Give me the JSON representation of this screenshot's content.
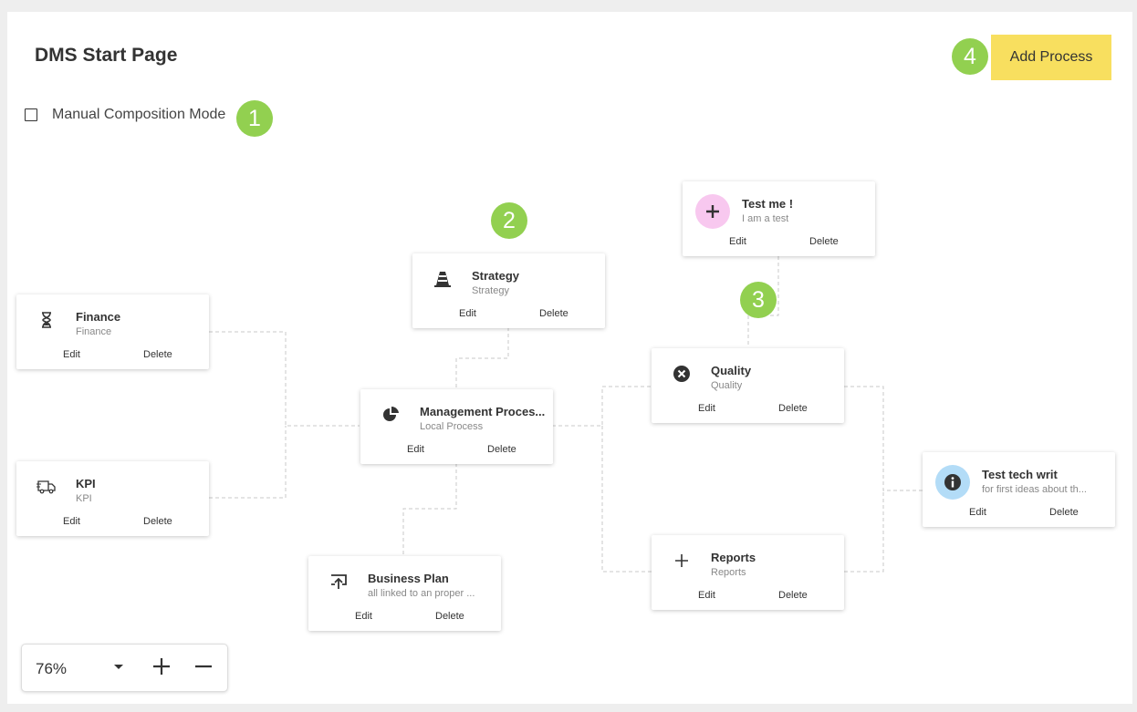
{
  "header": {
    "title": "DMS Start Page",
    "add_button_label": "Add Process"
  },
  "manual_mode": {
    "label": "Manual Composition Mode",
    "checked": false
  },
  "badges": [
    "1",
    "2",
    "3",
    "4"
  ],
  "cards": [
    {
      "id": "finance",
      "title": "Finance",
      "subtitle": "Finance",
      "icon": "hourglass-icon",
      "edit": "Edit",
      "delete": "Delete"
    },
    {
      "id": "kpi",
      "title": "KPI",
      "subtitle": "KPI",
      "icon": "truck-icon",
      "edit": "Edit",
      "delete": "Delete"
    },
    {
      "id": "strategy",
      "title": "Strategy",
      "subtitle": "Strategy",
      "icon": "traffic-cone-icon",
      "edit": "Edit",
      "delete": "Delete"
    },
    {
      "id": "management",
      "title": "Management Proces...",
      "subtitle": "Local Process",
      "icon": "pie-chart-icon",
      "edit": "Edit",
      "delete": "Delete"
    },
    {
      "id": "business-plan",
      "title": "Business Plan",
      "subtitle": "all linked to an proper ...",
      "icon": "upload-icon",
      "edit": "Edit",
      "delete": "Delete"
    },
    {
      "id": "test-me",
      "title": "Test me !",
      "subtitle": "I am a test",
      "icon": "plus-icon",
      "icon_bg": "#f8c8ef",
      "edit": "Edit",
      "delete": "Delete"
    },
    {
      "id": "quality",
      "title": "Quality",
      "subtitle": "Quality",
      "icon": "cancel-circle-icon",
      "edit": "Edit",
      "delete": "Delete"
    },
    {
      "id": "reports",
      "title": "Reports",
      "subtitle": "Reports",
      "icon": "plus-icon",
      "edit": "Edit",
      "delete": "Delete"
    },
    {
      "id": "test-tech",
      "title": "Test tech writ",
      "subtitle": "for first ideas about th...",
      "icon": "info-icon",
      "icon_bg": "#b3dcf7",
      "edit": "Edit",
      "delete": "Delete"
    }
  ],
  "zoom": {
    "value": "76%"
  },
  "colors": {
    "accent_button": "#f8df5f",
    "badge": "#92d050",
    "connector": "#c8c8c8"
  }
}
